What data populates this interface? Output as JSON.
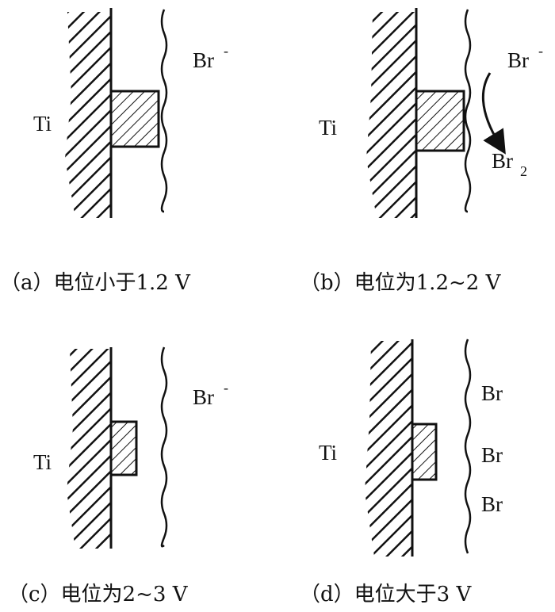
{
  "panels": [
    {
      "caption": "（a）电位小于1.2 V",
      "metal": "Ti",
      "ion": "Br",
      "ion_charge": "-"
    },
    {
      "caption": "（b）电位为1.2~2 V",
      "metal": "Ti",
      "ion": "Br",
      "ion_charge": "-",
      "product": "Br",
      "product_sub": "2"
    },
    {
      "caption": "（c）电位为2~3 V",
      "metal": "Ti",
      "ion": "Br",
      "ion_charge": "-"
    },
    {
      "caption": "（d）电位大于3 V",
      "metal": "Ti",
      "adsorbed": [
        "Br",
        "Br",
        "Br"
      ]
    }
  ],
  "colors": {
    "ink": "#111111",
    "background": "#ffffff"
  }
}
